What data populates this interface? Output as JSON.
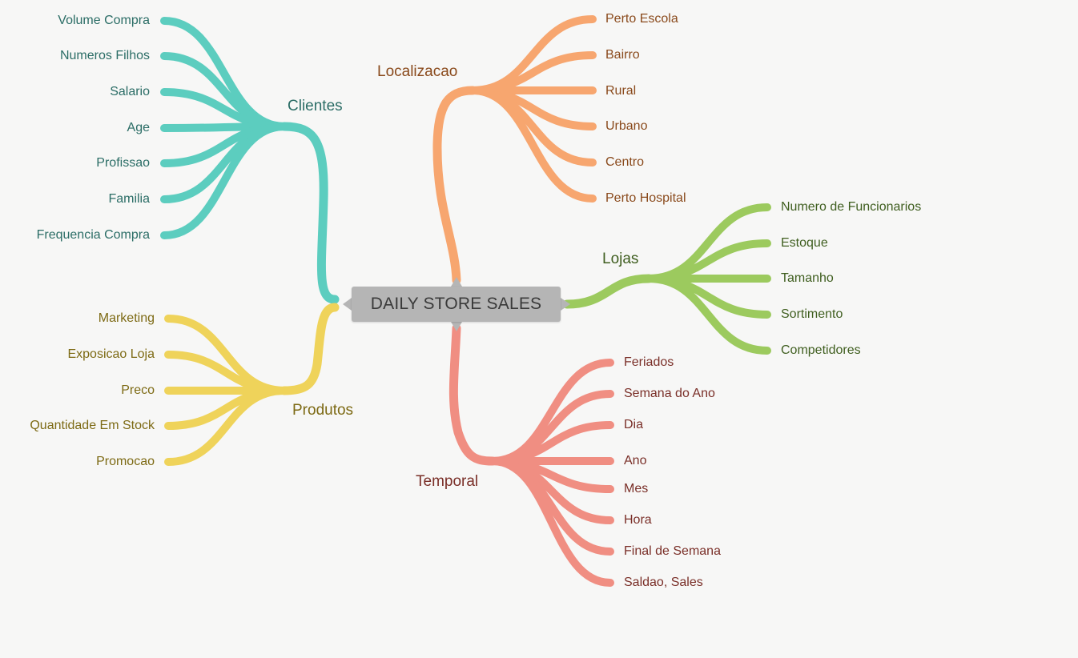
{
  "root": {
    "label": "DAILY STORE SALES"
  },
  "branches": {
    "clientes": {
      "label": "Clientes",
      "color": "#5ccdbf",
      "text_color": "#2b6d66",
      "leaves": [
        "Volume Compra",
        "Numeros Filhos",
        "Salario",
        "Age",
        "Profissao",
        "Familia",
        "Frequencia Compra"
      ]
    },
    "produtos": {
      "label": "Produtos",
      "color": "#efd35a",
      "text_color": "#7d6a14",
      "leaves": [
        "Marketing",
        "Exposicao Loja",
        "Preco",
        "Quantidade Em Stock",
        "Promocao"
      ]
    },
    "localizacao": {
      "label": "Localizacao",
      "color": "#f7a66f",
      "text_color": "#8a4a1c",
      "leaves": [
        "Perto Escola",
        "Bairro",
        "Rural",
        "Urbano",
        "Centro",
        "Perto Hospital"
      ]
    },
    "lojas": {
      "label": "Lojas",
      "color": "#9cca5e",
      "text_color": "#3f5e1f",
      "leaves": [
        "Numero de Funcionarios",
        "Estoque",
        "Tamanho",
        "Sortimento",
        "Competidores"
      ]
    },
    "temporal": {
      "label": "Temporal",
      "color": "#f08e82",
      "text_color": "#7a2f28",
      "leaves": [
        "Feriados",
        "Semana do Ano",
        "Dia",
        "Ano",
        "Mes",
        "Hora",
        "Final de Semana",
        "Saldao, Sales"
      ]
    }
  }
}
